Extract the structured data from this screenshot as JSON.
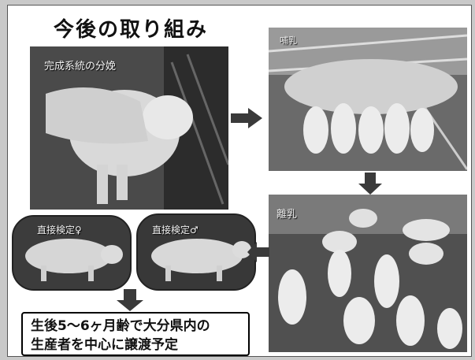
{
  "title": "今後の取り組み",
  "photos": {
    "birth": {
      "label": "完成系統の分娩"
    },
    "nursing": {
      "label": "哺乳"
    },
    "weaning": {
      "label": "離乳"
    },
    "test_female": {
      "label": "直接検定♀"
    },
    "test_male": {
      "label": "直接検定♂"
    }
  },
  "caption": {
    "line1": "生後5～6ヶ月齢で大分県内の",
    "line2": "生産者を中心に譲渡予定"
  },
  "colors": {
    "arrow": "#3a3a3a",
    "photo_dark": "#2e2e2e",
    "pig": "#e6e6e6"
  }
}
